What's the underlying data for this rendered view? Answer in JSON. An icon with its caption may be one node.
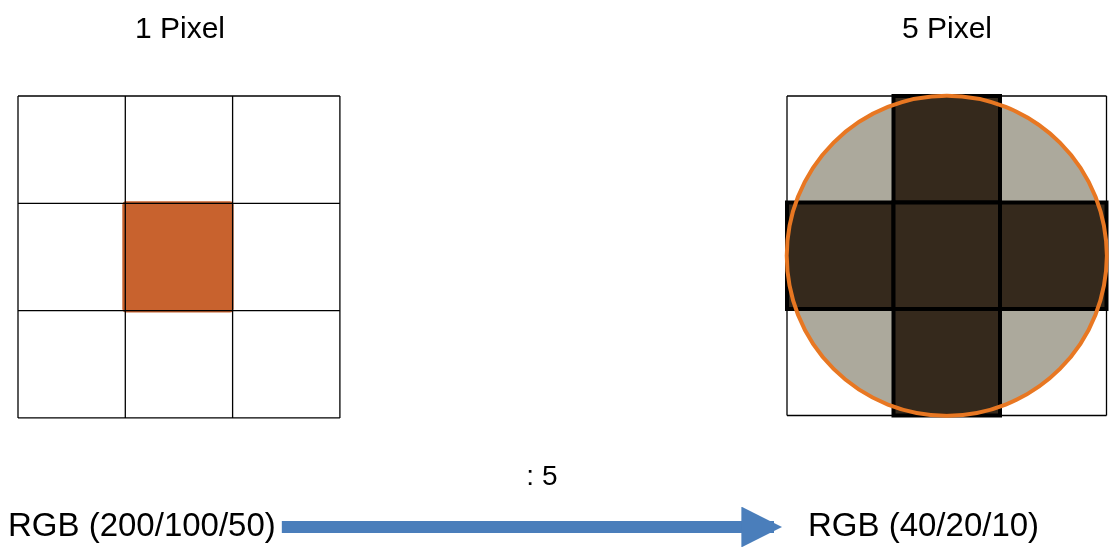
{
  "diagram": {
    "nodes": [
      {
        "text": [
          "RGB (200/100/50)"
        ]
      },
      {
        "text": [
          "RGB (40/20/10)"
        ]
      }
    ],
    "edges": [
      {
        "from": 0,
        "to": 1,
        "arrow": "to",
        "label": ": 5"
      }
    ],
    "labels": [
      "1 Pixel",
      "5 Pixel"
    ]
  }
}
